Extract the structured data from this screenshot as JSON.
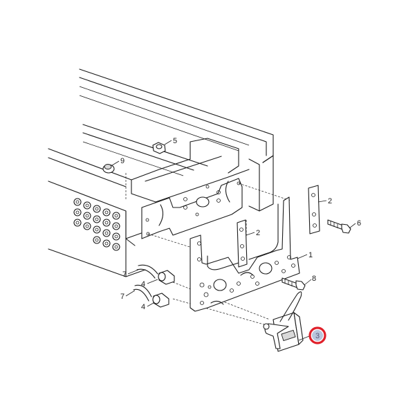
{
  "callouts": {
    "c1": "1",
    "c2a": "2",
    "c2b": "2",
    "c3": "3",
    "c4a": "4",
    "c4b": "4",
    "c5": "5",
    "c6": "6",
    "c7a": "7",
    "c7b": "7",
    "c8": "8",
    "c9": "9"
  },
  "highlight": {
    "part": "3",
    "ring_color": "#e0202a",
    "fill_color": "#b9c6dc"
  }
}
